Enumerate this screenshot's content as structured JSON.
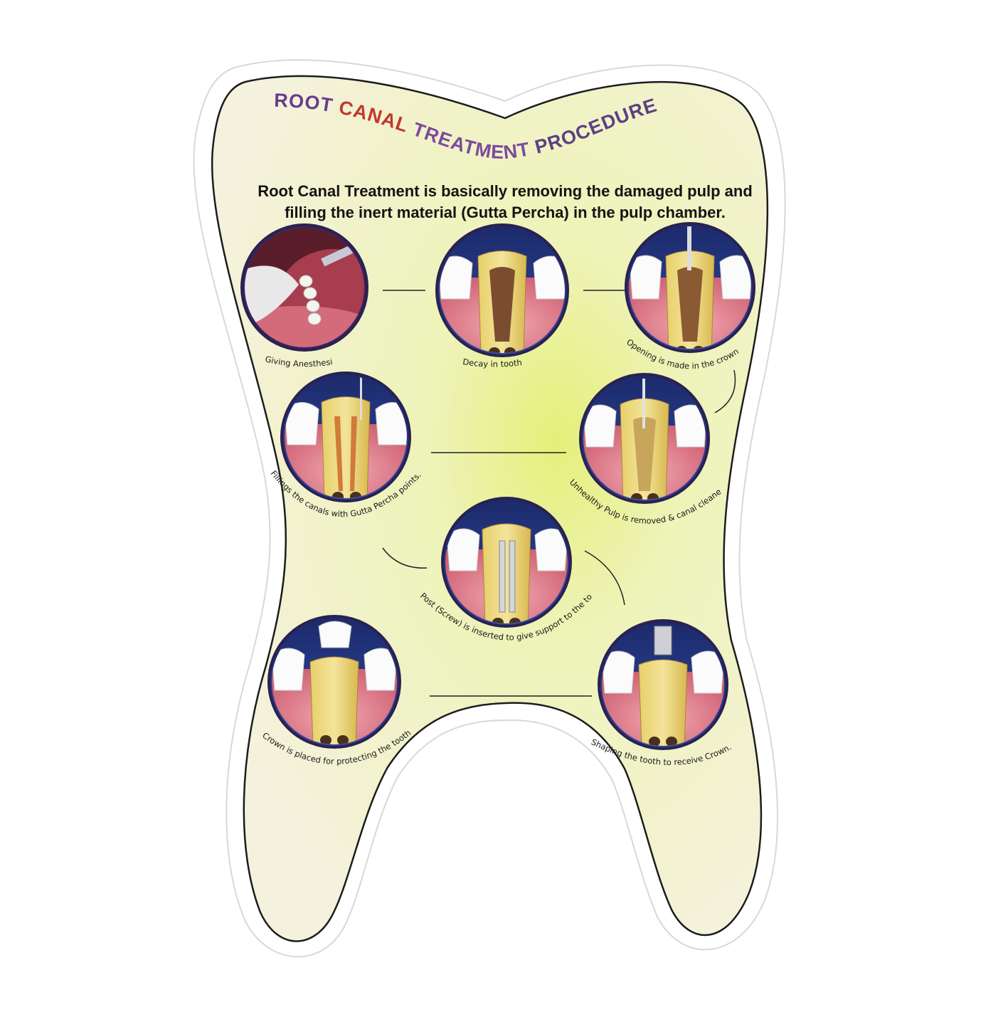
{
  "poster": {
    "title_words": [
      {
        "text": "ROOT",
        "color": "#6a3b8f"
      },
      {
        "text": "CANAL",
        "color": "#c0392b"
      },
      {
        "text": "TREATMENT",
        "color": "#7d4b9e"
      },
      {
        "text": "PROCEDURE",
        "color": "#5d3f86"
      }
    ],
    "intro_line1": "Root Canal Treatment is basically removing the damaged pulp and",
    "intro_line2": "filling the inert material (Gutta Percha) in the pulp chamber.",
    "background_colors": {
      "card": "#f3f3d4",
      "glow": "#e4f07a",
      "border": "#1d1d1d"
    },
    "steps": [
      {
        "caption": "Giving Anesthesia",
        "icon": "anesthesia-syringe-illustration"
      },
      {
        "caption": "Decay in tooth",
        "icon": "decayed-tooth-illustration"
      },
      {
        "caption": "Opening is made in the crown",
        "icon": "crown-opening-illustration"
      },
      {
        "caption": "Unhealthy Pulp is removed & canal cleaned",
        "icon": "pulp-removal-illustration"
      },
      {
        "caption": "Fillings the canals with Gutta Percha points.",
        "icon": "gutta-percha-filling-illustration"
      },
      {
        "caption": "Post (Screw) is inserted to give support to the tooth.",
        "icon": "post-screw-illustration"
      },
      {
        "caption": "Shaping the tooth to receive Crown.",
        "icon": "tooth-shaping-illustration"
      },
      {
        "caption": "Crown is placed for protecting the tooth",
        "icon": "crown-placement-illustration"
      }
    ]
  }
}
